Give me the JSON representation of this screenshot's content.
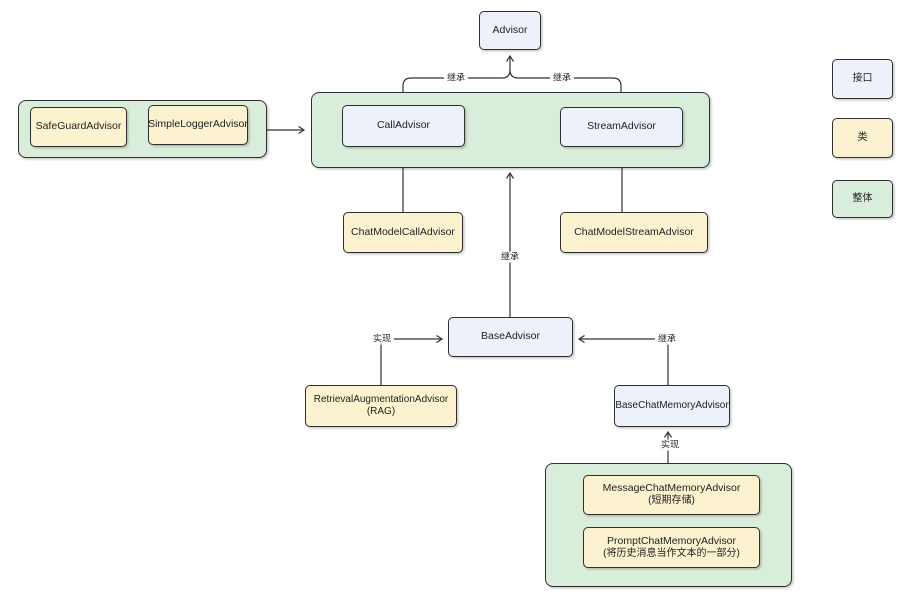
{
  "nodes": {
    "advisor": {
      "label": "Advisor"
    },
    "safe_guard_advisor": {
      "label": "SafeGuardAdvisor"
    },
    "simple_logger_advisor": {
      "label": "SimpleLoggerAdvisor"
    },
    "call_advisor": {
      "label": "CallAdvisor"
    },
    "stream_advisor": {
      "label": "StreamAdvisor"
    },
    "chat_model_call_advisor": {
      "label": "ChatModelCallAdvisor"
    },
    "chat_model_stream_advisor": {
      "label": "ChatModelStreamAdvisor"
    },
    "base_advisor": {
      "label": "BaseAdvisor"
    },
    "retrieval_augmentation_advisor": {
      "label": "RetrievalAugmentationAdvisor",
      "sublabel": "(RAG)"
    },
    "base_chat_memory_advisor": {
      "label": "BaseChatMemoryAdvisor"
    },
    "message_chat_memory_advisor": {
      "label": "MessageChatMemoryAdvisor",
      "sublabel": "(短期存储)"
    },
    "prompt_chat_memory_advisor": {
      "label": "PromptChatMemoryAdvisor",
      "sublabel": "(将历史消息当作文本的一部分)"
    }
  },
  "edges": {
    "call_to_advisor": "继承",
    "stream_to_advisor": "继承",
    "base_to_group": "继承",
    "rag_to_base": "实现",
    "memory_to_base": "继承",
    "group_to_memory": "实现"
  },
  "legend": {
    "interface": "接口",
    "class": "类",
    "group": "整体"
  },
  "colors": {
    "interface_fill": "#edf1fa",
    "class_fill": "#fcf2cf",
    "group_fill": "#d9eeda",
    "line": "#333333"
  }
}
